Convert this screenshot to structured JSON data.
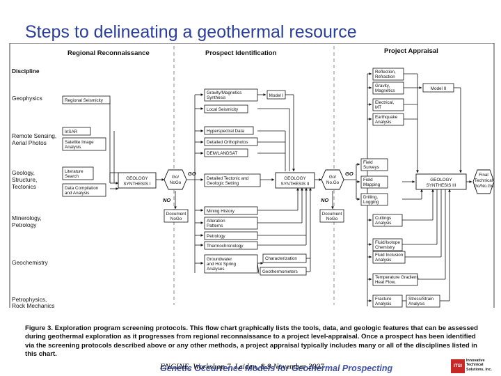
{
  "title": "Steps to delineating a geothermal resource",
  "columns": [
    "Regional Reconnaissance",
    "Prospect Identification",
    "Project Appraisal"
  ],
  "disciplines": {
    "heading": "Discipline",
    "geophysics": "Geophysics",
    "remote_1": "Remote Sensing,",
    "remote_2": "Aerial Photos",
    "geology_1": "Geology,",
    "geology_2": "Structure,",
    "geology_3": "Tectonics",
    "mineralogy_1": "Minerology,",
    "mineralogy_2": "Petrology",
    "geochemistry": "Geochemistry",
    "petro_1": "Petrophysics,",
    "petro_2": "Rock Mechanics"
  },
  "regional": {
    "seismicity": "Regional Seismicity",
    "insar": "InSAR",
    "satellite_1": "Satellite Image",
    "satellite_2": "Analysis",
    "literature_1": "Literature",
    "literature_2": "Search",
    "datacomp_1": "Data Compilation",
    "datacomp_2": "and Analysis",
    "synth1_1": "GEOLOGY",
    "synth1_2": "SYNTHESIS I"
  },
  "decision1": {
    "l1": "Go/",
    "l2": "NoGo",
    "go": "GO",
    "no": "NO",
    "doc_1": "Document",
    "doc_2": "NoGo"
  },
  "prospect": {
    "gravmag_1": "Gravity/Magnetics",
    "gravmag_2": "Synthesis",
    "model1": "Model I",
    "local_seis": "Local Seismicity",
    "hyperspectral": "Hyperspectral Data",
    "ortho": "Detailed Orthophotos",
    "dem": "DEM/LANDSAT",
    "tectonic_1": "Detailed Tectonic and",
    "tectonic_2": "Geologic Setting",
    "synth2_1": "GEOLOGY",
    "synth2_2": "SYNTHESIS II",
    "mining": "Mining History",
    "alteration_1": "Alteration",
    "alteration_2": "Patterns",
    "petrology": "Petrology",
    "thermo": "Thermochronology",
    "springs_1": "Groundwater",
    "springs_2": "and Hot Spring",
    "springs_3": "Analyses",
    "character": "Characterization",
    "geotherm": "Geothermometers"
  },
  "decision2": {
    "l1": "Go/",
    "l2": "No.Go",
    "go": "GO",
    "no": "NO",
    "doc_1": "Document",
    "doc_2": "NoGo"
  },
  "appraisal": {
    "reflection_1": "Reflection,",
    "reflection_2": "Refraction",
    "gravmag_1": "Gravity,",
    "gravmag_2": "Magnetics",
    "model2": "Model II",
    "electrical_1": "Electrical,",
    "electrical_2": "MT",
    "quake_1": "Earthquake",
    "quake_2": "Analysis",
    "field_surveys_1": "Field",
    "field_surveys_2": "Surveys",
    "field_mapping_1": "Field",
    "field_mapping_2": "Mapping",
    "drilling_1": "Drilling,",
    "drilling_2": "Logging",
    "synth3_1": "GEOLOGY",
    "synth3_2": "SYNTHESIS III",
    "cuttings_1": "Cuttings",
    "cuttings_2": "Analysis",
    "isotope_1": "Fluid/Isotope",
    "isotope_2": "Chemistry",
    "inclusion_1": "Fluid Inclusion",
    "inclusion_2": "Analysis",
    "tempgrad_1": "Temperature Gradient,",
    "tempgrad_2": "Heat Flow,",
    "fracture_1": "Fracture",
    "fracture_2": "Analysis",
    "stress_1": "Stress/Strain",
    "stress_2": "Analysis",
    "final_1": "Final",
    "final_2": "Technical",
    "final_3": "Go/No.Go"
  },
  "caption": {
    "label": "Figure 3.",
    "text": "Exploration program screening protocols.  This flow chart graphically lists the tools, data, and geologic features that can be assessed during geothermal exploration as it progresses from regional reconnaissance to a project level-appraisal. Once a prospect has been identified via the screening protocols described above or any other methods, a project appraisal typically includes many or all of the disciplines listed in this chart."
  },
  "footer": {
    "series_title": "Genetic Occurrence Models for Geothermal Prospecting",
    "workshop": "ENGINE, Workshop 7, Leiden, 8-9 November 2007"
  },
  "logo": {
    "mark": "ITSI",
    "line1": "Innovative",
    "line2": "Technical",
    "line3": "Solutions, Inc."
  },
  "colors": {
    "title": "#2a3f9c",
    "line": "#111111",
    "logo_red": "#c62828"
  }
}
